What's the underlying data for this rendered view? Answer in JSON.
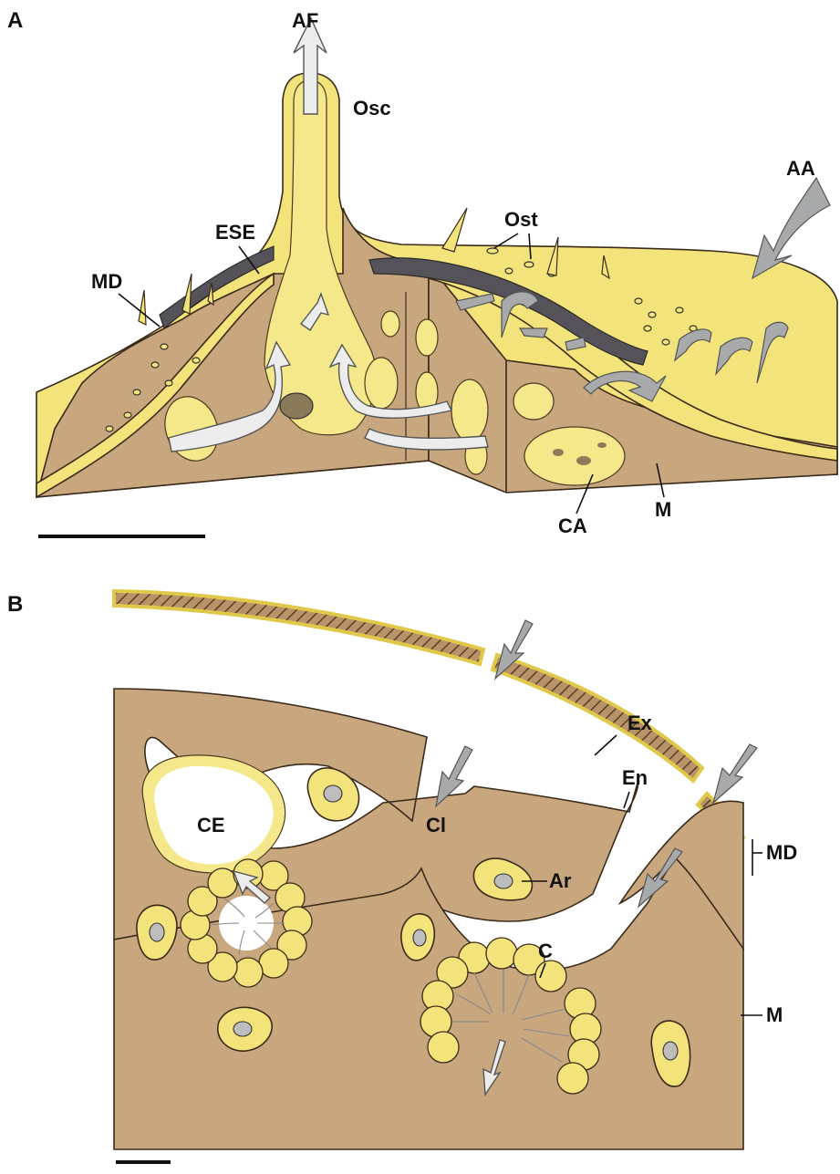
{
  "panel_a": {
    "panel_label": "A",
    "labels": {
      "af": "AF",
      "osc": "Osc",
      "aa": "AA",
      "ese": "ESE",
      "ost": "Ost",
      "md": "MD",
      "ca": "CA",
      "m": "M"
    }
  },
  "panel_b": {
    "panel_label": "B",
    "labels": {
      "ex": "Ex",
      "en": "En",
      "md": "MD",
      "ce": "CE",
      "cl": "Cl",
      "ar": "Ar",
      "c": "C",
      "m": "M"
    }
  },
  "colors": {
    "mesohyl": "#c9a77e",
    "cell_layer": "#f2e37a",
    "inflow_arrow": "#a7a9ab",
    "outflow_arrow": "#ececec",
    "spicule_layer": "#55525a"
  },
  "scale_bars": [
    "scale-bar-a",
    "scale-bar-b"
  ]
}
